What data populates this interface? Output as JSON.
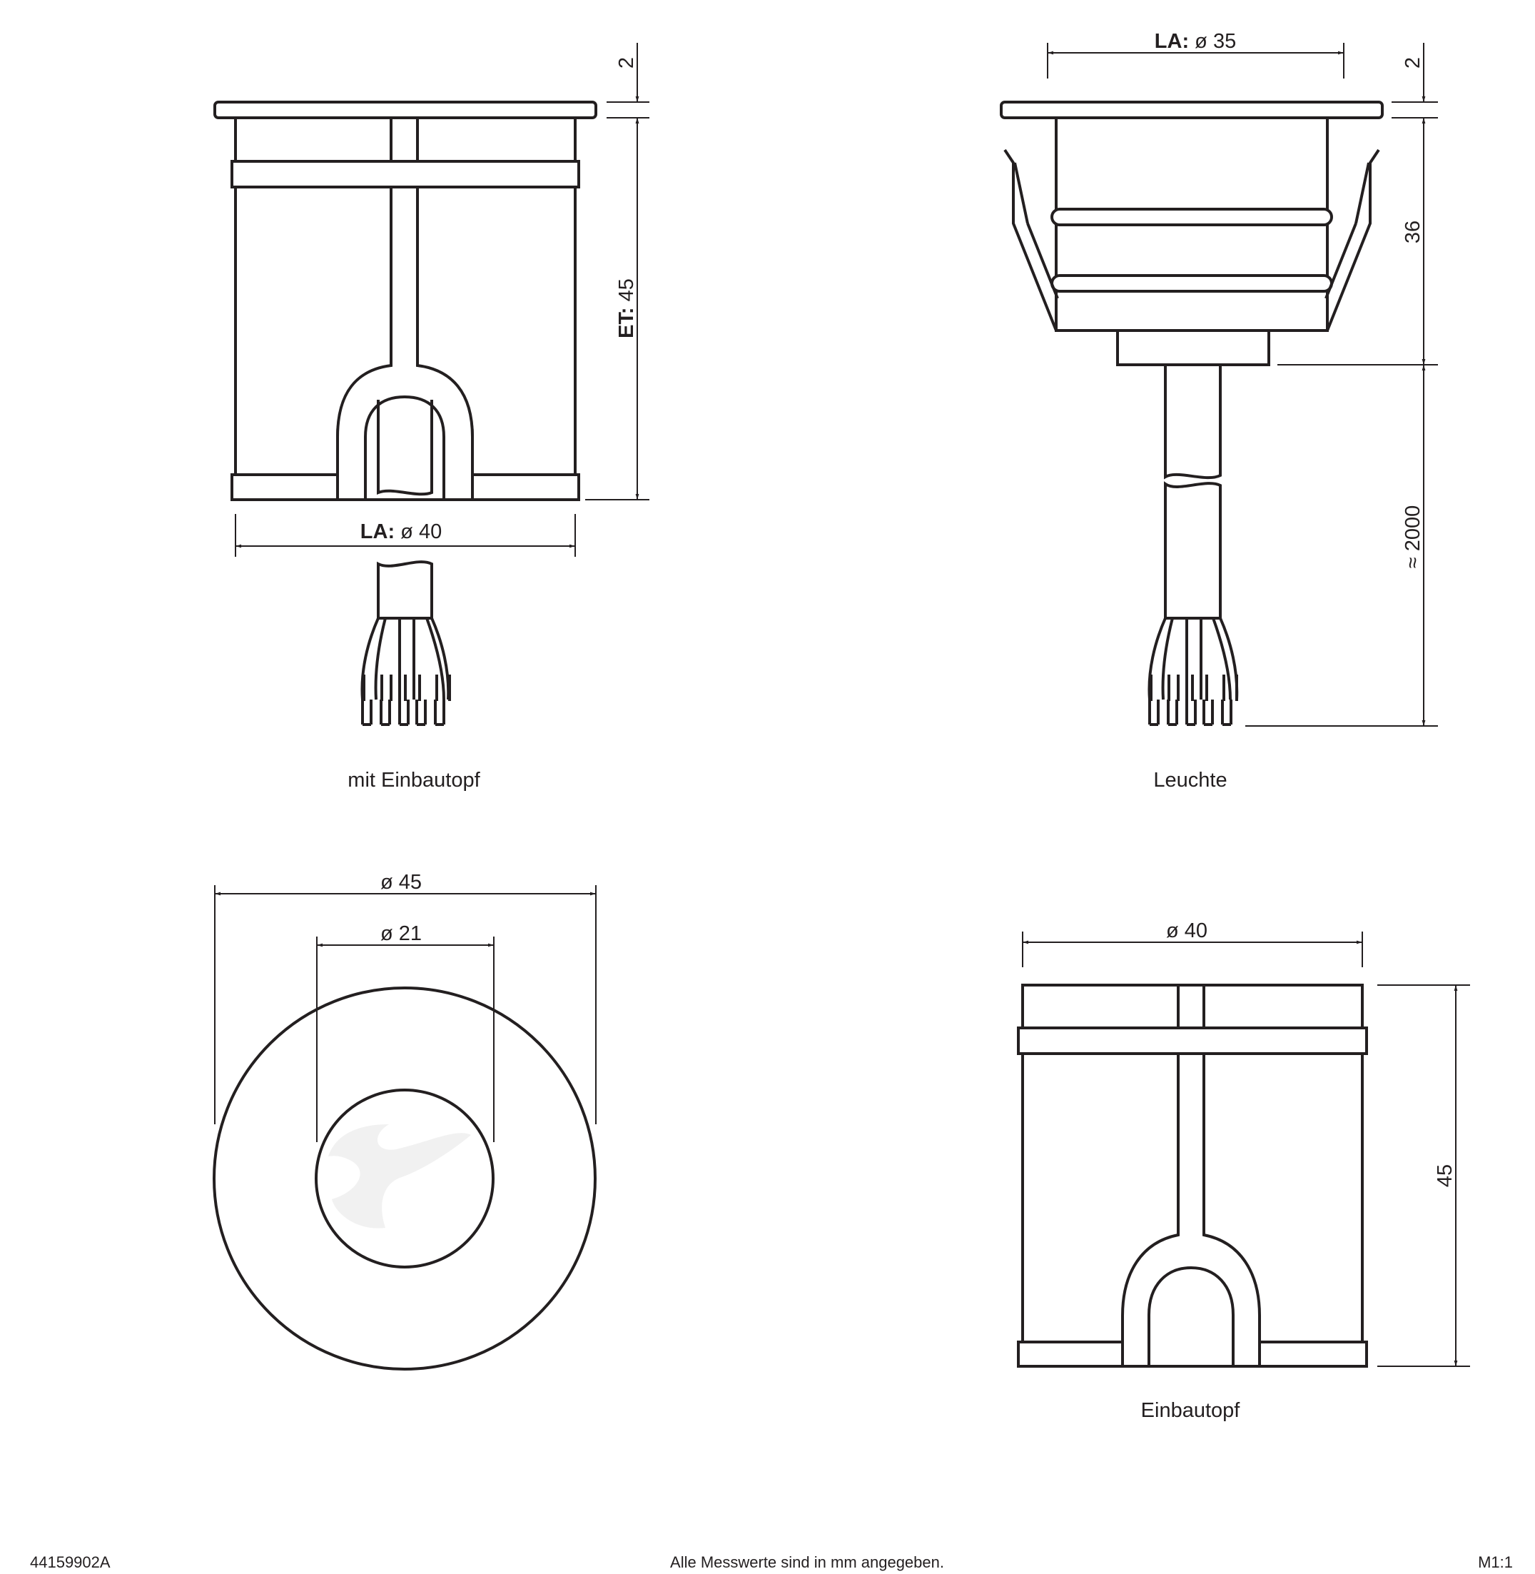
{
  "views": {
    "with_pot": {
      "caption": "mit Einbautopf",
      "dim_top": "2",
      "dim_height_prefix": "ET:",
      "dim_height_value": " 45",
      "dim_width_prefix": "LA:",
      "dim_width_value": " ø 40"
    },
    "luminaire": {
      "caption": "Leuchte",
      "dim_width_prefix": "LA:",
      "dim_width_value": " ø 35",
      "dim_top": "2",
      "dim_height": "36",
      "dim_cable": "≈ 2000"
    },
    "top_view": {
      "dim_outer": "ø 45",
      "dim_inner": "ø 21"
    },
    "pot": {
      "caption": "Einbautopf",
      "dim_width": "ø 40",
      "dim_height": "45"
    }
  },
  "footer": {
    "doc_number": "44159902A",
    "note": "Alle Messwerte sind in mm angegeben.",
    "scale": "M1:1"
  }
}
